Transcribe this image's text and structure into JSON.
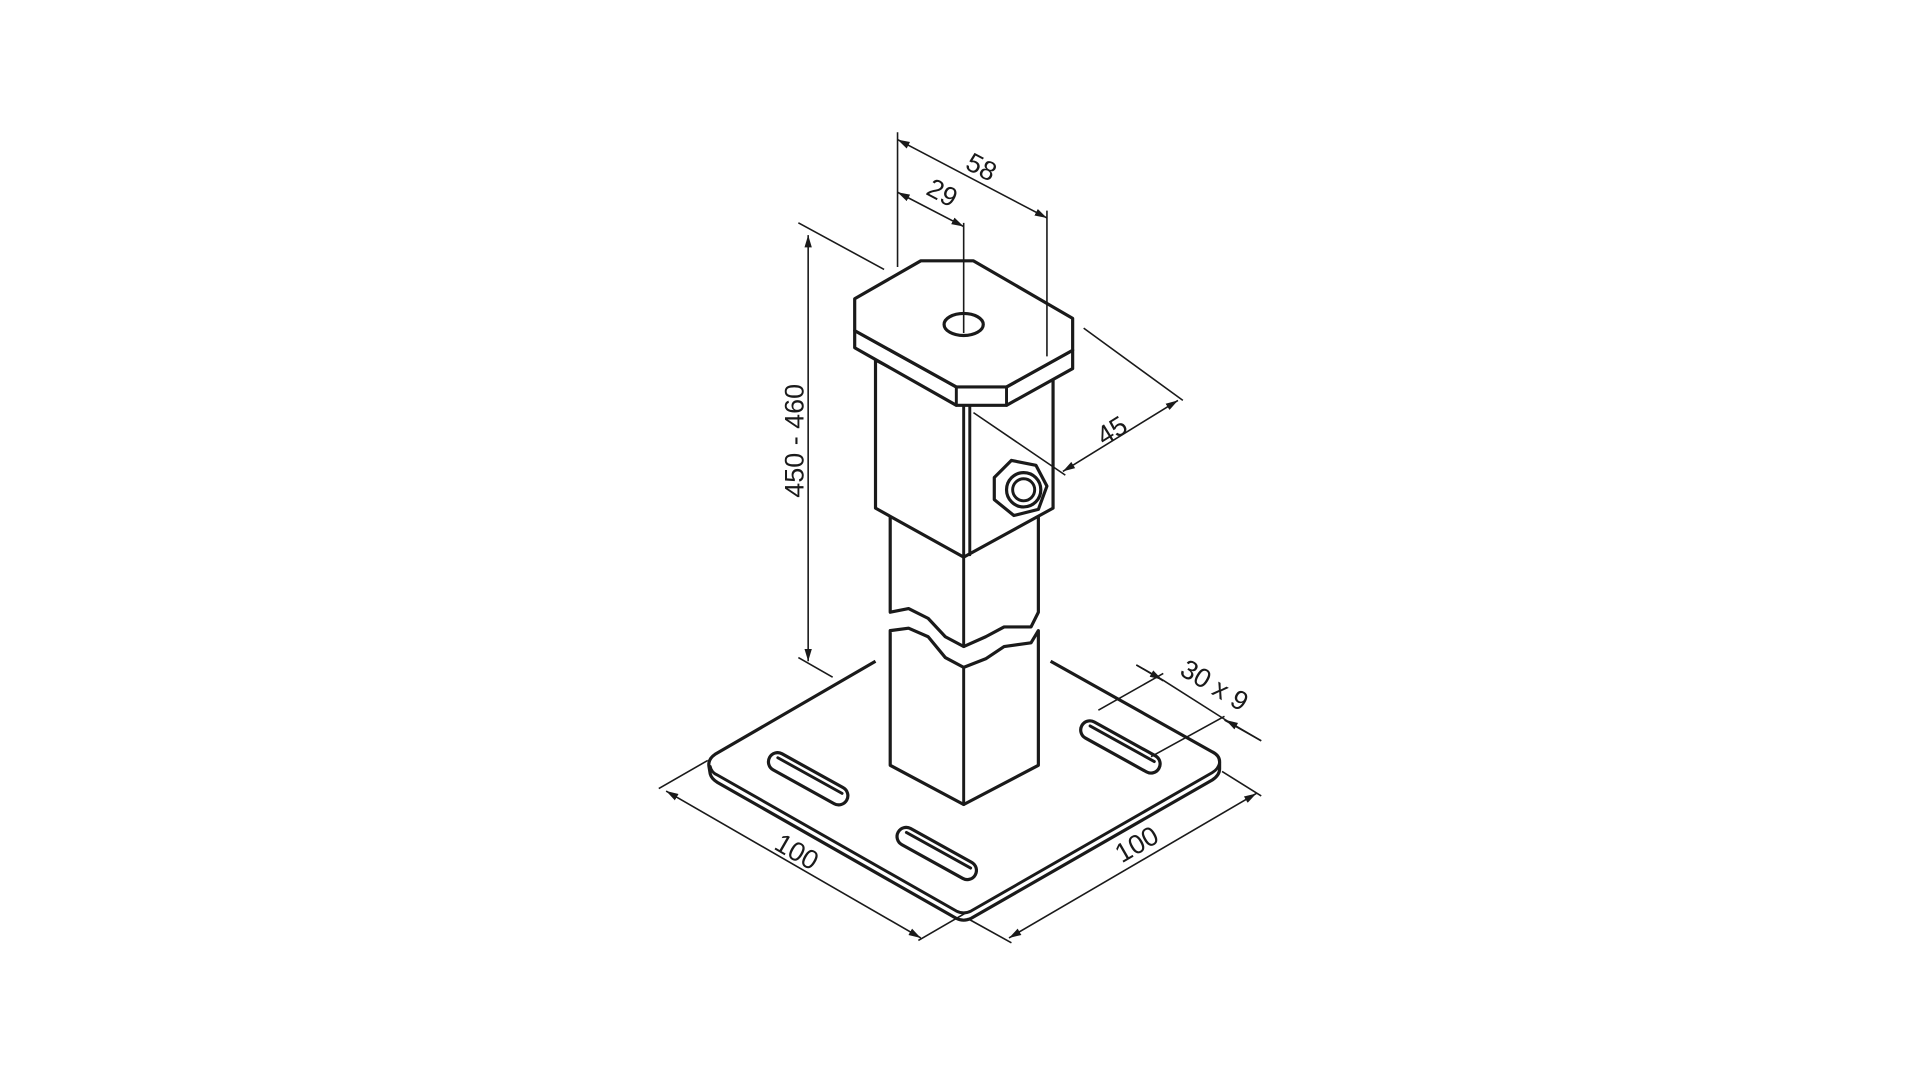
{
  "drawing": {
    "dimensions": {
      "height": "450 - 460",
      "top_plate_width": "58",
      "hole_offset": "29",
      "top_plate_depth": "45",
      "slot_size": "30 x 9",
      "base_length": "100",
      "base_width": "100"
    },
    "line_color": "#1a1a1a",
    "background": "#ffffff"
  }
}
